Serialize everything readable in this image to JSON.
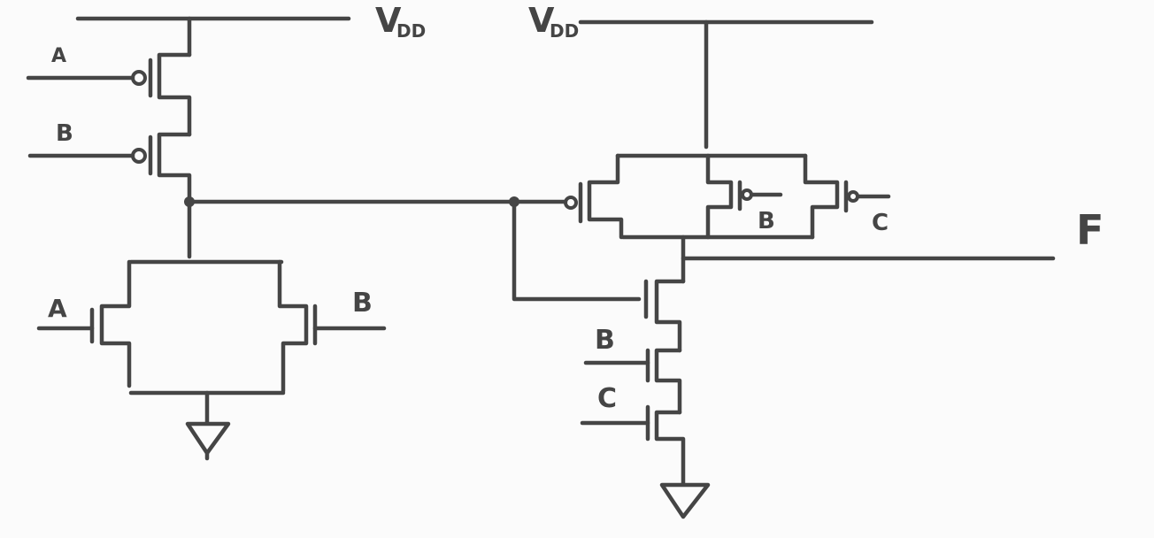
{
  "labels": {
    "vdd_left_main": "V",
    "vdd_left_sub": "DD",
    "vdd_right_main": "V",
    "vdd_right_sub": "DD",
    "input_a_pmos": "A",
    "input_b_pmos": "B",
    "input_a_nmos": "A",
    "input_b_nmos": "B",
    "input_b_right_pmos": "B",
    "input_c_right_pmos": "C",
    "input_b_right_nmos": "B",
    "input_c_right_nmos": "C",
    "output": "F"
  },
  "colors": {
    "ink": "#454545",
    "background": "#fbfbfb"
  }
}
